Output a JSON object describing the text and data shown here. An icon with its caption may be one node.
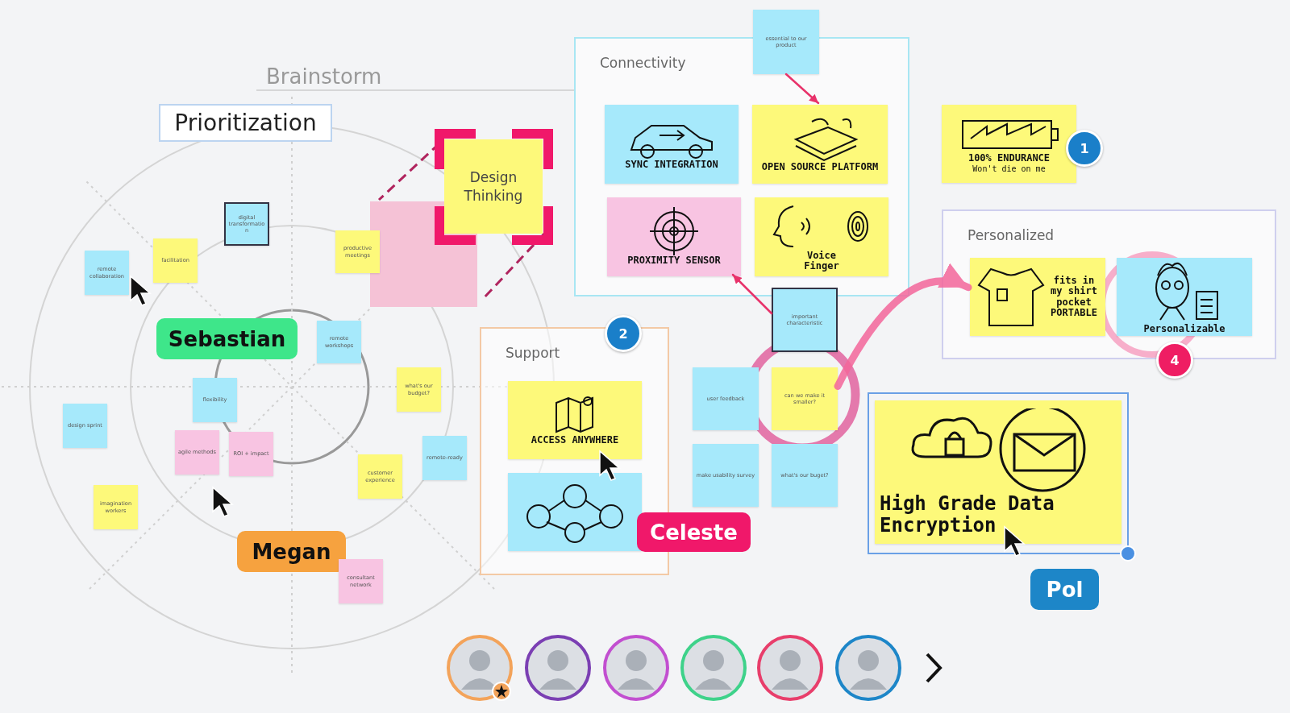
{
  "diagram": {
    "nodes": [
      {
        "text": [
          "Prioritization"
        ]
      },
      {
        "text": [
          "remote collaboration"
        ]
      },
      {
        "text": [
          "facilitation"
        ]
      },
      {
        "text": [
          "digital transformation"
        ]
      },
      {
        "text": [
          "productive meetings"
        ]
      },
      {
        "text": [
          "Design Thinking"
        ]
      },
      {
        "text": [
          "Sebastian"
        ]
      },
      {
        "text": [
          "remote workshops"
        ]
      },
      {
        "text": [
          "flexibility"
        ]
      },
      {
        "text": [
          "what's our budget?"
        ]
      },
      {
        "text": [
          "design sprint"
        ]
      },
      {
        "text": [
          "agile methods"
        ]
      },
      {
        "text": [
          "ROI + impact"
        ]
      },
      {
        "text": [
          "customer experience"
        ]
      },
      {
        "text": [
          "remote-ready"
        ]
      },
      {
        "text": [
          "imagination workers"
        ]
      },
      {
        "text": [
          "Megan"
        ]
      },
      {
        "text": [
          "consultant network"
        ]
      },
      {
        "text": [
          "Support"
        ]
      },
      {
        "text": [
          "ACCESS ANYWHERE"
        ],
        "in": 18
      },
      {
        "text": [],
        "shape": "picture",
        "in": 18
      },
      {
        "text": [
          "Celeste"
        ]
      },
      {
        "text": [
          "Connectivity"
        ]
      },
      {
        "text": [
          "essential to our product"
        ]
      },
      {
        "text": [
          "SYNC INTEGRATION"
        ],
        "in": 22
      },
      {
        "text": [
          "OPEN SOURCE PLATFORM"
        ],
        "in": 22
      },
      {
        "text": [
          "PROXIMITY SENSOR"
        ],
        "in": 22
      },
      {
        "text": [
          "Voice",
          "Finger"
        ],
        "in": 22
      },
      {
        "text": [
          "important characteristic"
        ]
      },
      {
        "text": [
          "user feedback"
        ]
      },
      {
        "text": [
          "can we make it smaller?"
        ]
      },
      {
        "text": [
          "make usability survey"
        ]
      },
      {
        "text": [
          "what's our buget?"
        ]
      },
      {
        "text": [
          "100% ENDURANCE",
          "Won't die on me"
        ]
      },
      {
        "text": [
          "Personalized"
        ]
      },
      {
        "text": [
          "fits in my shirt pocket",
          "PORTABLE"
        ],
        "in": 34
      },
      {
        "text": [
          "Personalizable"
        ],
        "in": 34
      },
      {
        "text": [
          "High Grade Data Encryption"
        ]
      },
      {
        "text": [
          "Pol"
        ]
      }
    ],
    "edges": [
      {
        "from": 23,
        "to": 25,
        "arrow": "to"
      },
      {
        "from": 28,
        "to": 26,
        "arrow": "to"
      },
      {
        "from": 30,
        "to": 35,
        "arrow": "to",
        "style": "thick"
      }
    ],
    "labels": [
      "Brainstorm",
      "1",
      "2",
      "4"
    ]
  }
}
